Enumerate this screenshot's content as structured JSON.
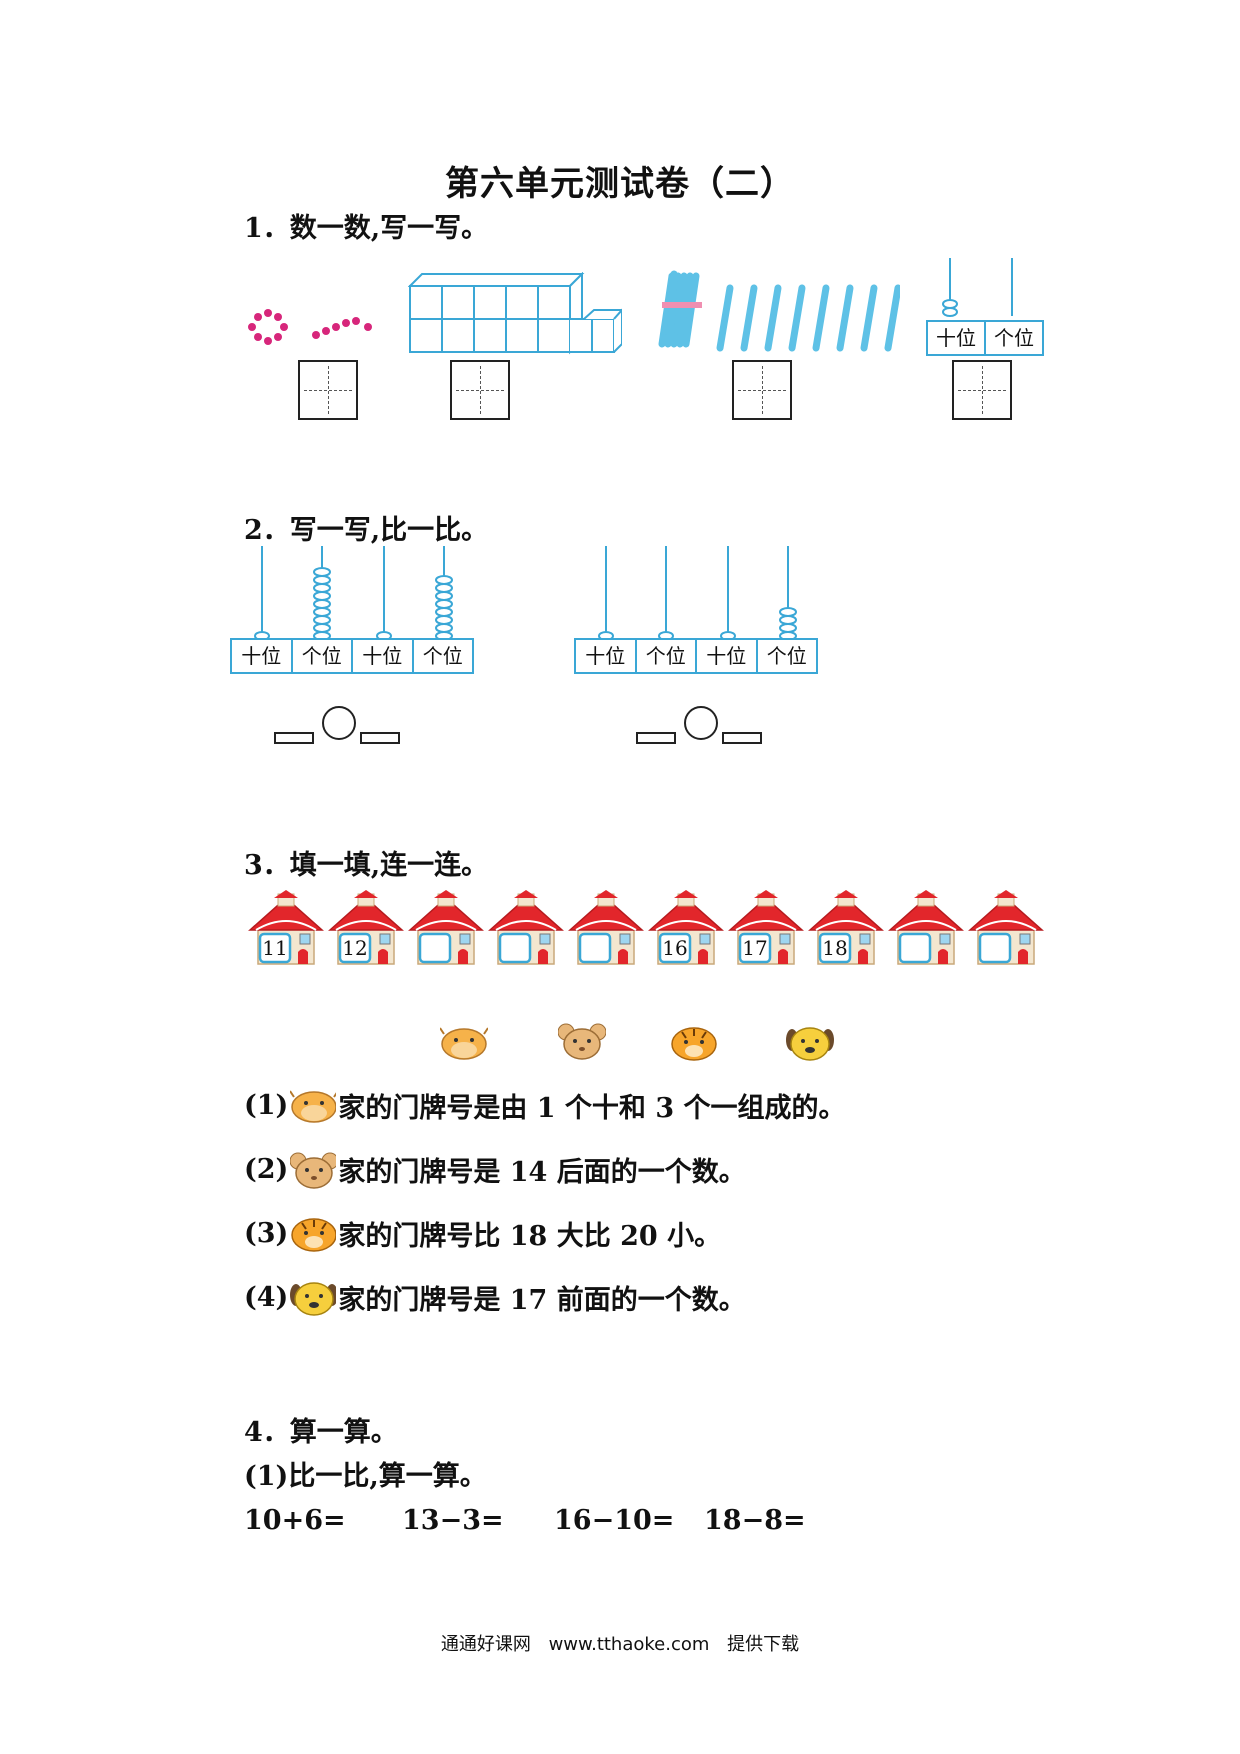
{
  "title": "第六单元测试卷（二）",
  "q1": {
    "heading": "1．数一数,写一写。",
    "place_value_labels": [
      "十位",
      "个位"
    ]
  },
  "q2": {
    "heading": "2．写一写,比一比。",
    "place_value_labels": [
      "十位",
      "个位",
      "十位",
      "个位"
    ],
    "abacus_left": {
      "tens_a": 1,
      "ones_a": 9,
      "tens_b": 1,
      "ones_b": 8
    },
    "abacus_right": {
      "tens_a": 1,
      "ones_a": 1,
      "tens_b": 1,
      "ones_b": 4
    }
  },
  "q3": {
    "heading": "3．填一填,连一连。",
    "houses": [
      "11",
      "12",
      "",
      "",
      "",
      "16",
      "17",
      "18",
      "",
      ""
    ],
    "animals": [
      "cow-icon",
      "mouse-icon",
      "tiger-icon",
      "dog-icon"
    ],
    "items": [
      {
        "num": "(1)",
        "animal": "cow-icon",
        "text": "家的门牌号是由 1 个十和 3 个一组成的。"
      },
      {
        "num": "(2)",
        "animal": "mouse-icon",
        "text": "家的门牌号是 14 后面的一个数。"
      },
      {
        "num": "(3)",
        "animal": "tiger-icon",
        "text": "家的门牌号比 18 大比 20 小。"
      },
      {
        "num": "(4)",
        "animal": "dog-icon",
        "text": "家的门牌号是 17 前面的一个数。"
      }
    ]
  },
  "q4": {
    "heading": "4．算一算。",
    "sub1": "(1)比一比,算一算。",
    "equations": [
      "10+6=",
      "13−3=",
      "16−10=",
      "18−8="
    ]
  },
  "footer": {
    "site": "通通好课网",
    "url": "www.tthaoke.com",
    "action": "提供下载"
  }
}
